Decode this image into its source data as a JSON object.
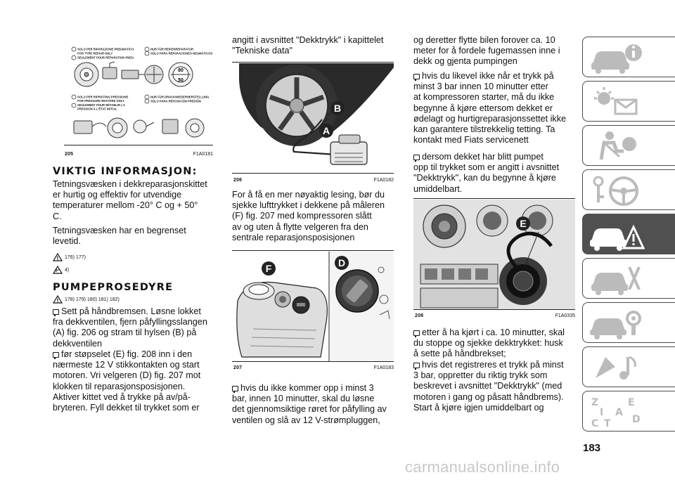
{
  "page_number": "183",
  "watermark": "carmanualsonline.info",
  "fig205": {
    "number": "205",
    "code": "F1A0181",
    "labels": [
      "SOLO PER RIPARAZIONE PNEUMATICO",
      "FOR TYRE REPAIR ONLY",
      "SEULEMENT POUR RÉPARATION PNEU",
      "NUR FÜR REIFENREPARATUR",
      "SÓLO PARA REPARACIONES NEUMÁTICOS",
      "SOLO PER RIPRISTINO PRESSIONE",
      "FOR PRESSURE RESTORE ONLY",
      "SEULEMENT POUR RÉTABLIR LA",
      "PRESSION À L'ÉTAT INITIAL",
      "NUR FÜR DRUCKWIEDERHERSTELLUNG",
      "SÓLO PARA REPOSICIÓN PRESIÓN"
    ],
    "gauge_top": "80",
    "gauge_bottom": "50"
  },
  "fig206": {
    "number": "206",
    "code": "F1A0182",
    "label_a": "A",
    "label_b": "B"
  },
  "fig207": {
    "number": "207",
    "code": "F1A0183",
    "label_f": "F",
    "label_d": "D"
  },
  "fig208": {
    "number": "208",
    "code": "F1A0335",
    "label_e": "E"
  },
  "col1": {
    "heading1": "VIKTIG INFORMASJON:",
    "p1": [
      "Tetningsvæsken i dekkreparasjonskittet",
      "er hurtig og effektiv for utvendige",
      "temperaturer mellom -20° C og + 50°",
      "C."
    ],
    "p2": [
      "Tetningsvæsken har en begrenset",
      "levetid."
    ],
    "warn1": "176) 177)",
    "warn2": "4)",
    "heading2": "PUMPEPROSEDYRE",
    "warn3": "178) 179) 180) 181) 182)",
    "p3": [
      "Sett på håndbremsen. Løsne lokket",
      "fra dekkventilen, fjern påfyllingsslangen",
      "(A) fig. 206 og stram til hylsen (B) på",
      "dekkventilen"
    ],
    "p4": [
      "før støpselet (E) fig. 208 inn i den",
      "nærmeste 12 V stikkontakten og start",
      "motoren. Vri velgeren (D) fig. 207 mot",
      "klokken til reparasjonsposisjonen.",
      "Aktiver kittet ved å trykke på av/på-",
      "bryteren. Fyll dekket til trykket som er"
    ]
  },
  "col2": {
    "p1": [
      "angitt i avsnittet \"Dekktrykk\" i kapittelet",
      "\"Tekniske data\""
    ],
    "p2": [
      "For å få en mer nøyaktig lesing, bør du",
      "sjekke lufttrykket i dekkene på måleren",
      "(F) fig. 207 med kompressoren slått",
      "av og uten å flytte velgeren fra den",
      "sentrale reparasjonsposisjonen"
    ],
    "p3": [
      "hvis du ikke kommer opp i minst 3",
      "bar, innen 10 minutter, skal du løsne",
      "det gjennomsiktige røret for påfylling av",
      "ventilen og slå av 12 V-strømpluggen,"
    ]
  },
  "col3": {
    "p1": [
      "og deretter flytte bilen forover ca. 10",
      "meter for å fordele fugemassen inne i",
      "dekk og gjenta pumpingen"
    ],
    "p2": [
      "hvis du likevel ikke når et trykk på",
      "minst 3 bar innen 10 minutter etter",
      "at kompressoren starter, må du ikke",
      "begynne å kjøre ettersom dekket er",
      "ødelagt og hurtigreparasjonssettet ikke",
      "kan garantere tilstrekkelig tetting. Ta",
      "kontakt med Fiats servicenett"
    ],
    "p3": [
      "dersom dekket har blitt pumpet",
      "opp til trykket som er angitt i avsnittet",
      "\"Dekktrykk\", kan du begynne å kjøre",
      "umiddelbart."
    ],
    "p4": [
      "etter å ha kjørt i ca. 10 minutter, skal",
      "du stoppe og sjekke dekktrykket: husk",
      "å sette på håndbrekset;"
    ],
    "p5": [
      "hvis det registreres et trykk på minst",
      "3 bar, oppretter du riktig trykk som",
      "beskrevet i avsnittet \"Dekktrykk\" (med",
      "motoren i gang og påsatt håndbrems).",
      "Start å kjøre igjen umiddelbart og"
    ]
  },
  "tabs": [
    {
      "icon": "car-info-icon",
      "active": false
    },
    {
      "icon": "dashboard-warning-icon",
      "active": false
    },
    {
      "icon": "airbag-seat-icon",
      "active": false
    },
    {
      "icon": "steering-key-icon",
      "active": false
    },
    {
      "icon": "emergency-car-icon",
      "active": true
    },
    {
      "icon": "maintenance-tools-icon",
      "active": false
    },
    {
      "icon": "technical-data-icon",
      "active": false
    },
    {
      "icon": "multimedia-icon",
      "active": false
    },
    {
      "icon": "index-letters-icon",
      "active": false
    }
  ],
  "tab_letters": [
    "Z",
    "E",
    "A",
    "C",
    "T",
    "D",
    "I"
  ],
  "colors": {
    "active_tab": "#505050",
    "tab_border": "#4a4a4a",
    "badge": "#222222"
  }
}
